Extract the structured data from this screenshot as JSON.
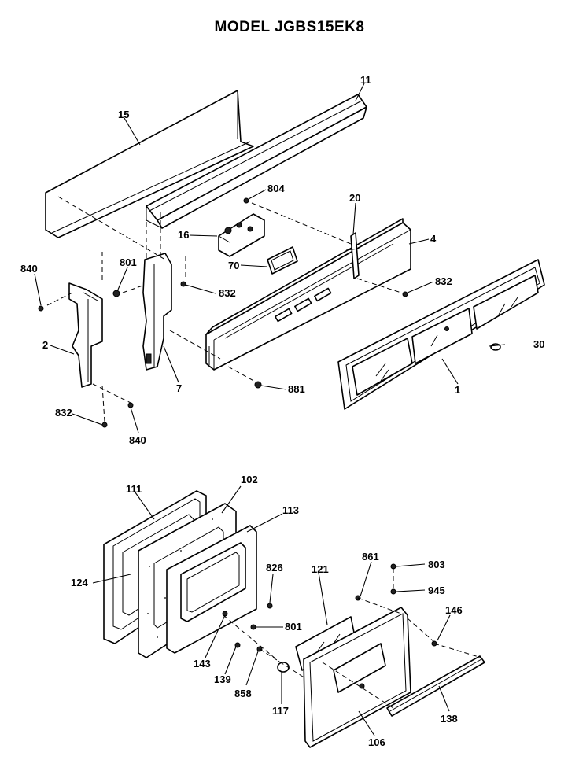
{
  "title": "MODEL JGBS15EK8",
  "parts": {
    "p11": "11",
    "p15": "15",
    "p804": "804",
    "p20": "20",
    "p16": "16",
    "p4": "4",
    "p70": "70",
    "p801a": "801",
    "p840a": "840",
    "p832a": "832",
    "p832b": "832",
    "p2": "2",
    "p7": "7",
    "p30": "30",
    "p1": "1",
    "p881": "881",
    "p832c": "832",
    "p840b": "840",
    "p111": "111",
    "p102": "102",
    "p113": "113",
    "p124": "124",
    "p826": "826",
    "p801b": "801",
    "p143": "143",
    "p139": "139",
    "p858": "858",
    "p117": "117",
    "p121": "121",
    "p861": "861",
    "p803": "803",
    "p945": "945",
    "p146": "146",
    "p138": "138",
    "p106": "106"
  }
}
